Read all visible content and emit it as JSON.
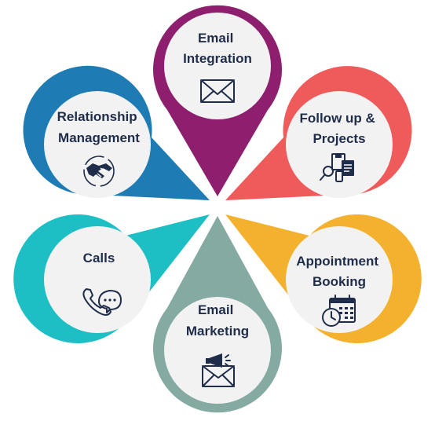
{
  "petals": [
    {
      "id": "email-integration",
      "lines": [
        "Email",
        "Integration"
      ],
      "color": "#8e1f6e",
      "icon": "envelope-icon"
    },
    {
      "id": "follow-up-projects",
      "lines": [
        "Follow up &",
        "Projects"
      ],
      "color": "#ef5b5b",
      "icon": "documents-search-icon"
    },
    {
      "id": "appointment-booking",
      "lines": [
        "Appointment",
        "Booking"
      ],
      "color": "#f4b12d",
      "icon": "calendar-clock-icon"
    },
    {
      "id": "email-marketing",
      "lines": [
        "Email",
        "Marketing"
      ],
      "color": "#84aaa2",
      "icon": "megaphone-envelope-icon"
    },
    {
      "id": "calls",
      "lines": [
        "Calls"
      ],
      "color": "#1ebfc4",
      "icon": "phone-chat-icon"
    },
    {
      "id": "relationship-management",
      "lines": [
        "Relationship",
        "Management"
      ],
      "color": "#1e7bb3",
      "icon": "handshake-icon"
    }
  ],
  "colors": {
    "inner_circle": "#f2f2f2",
    "text": "#1f2d4a"
  }
}
